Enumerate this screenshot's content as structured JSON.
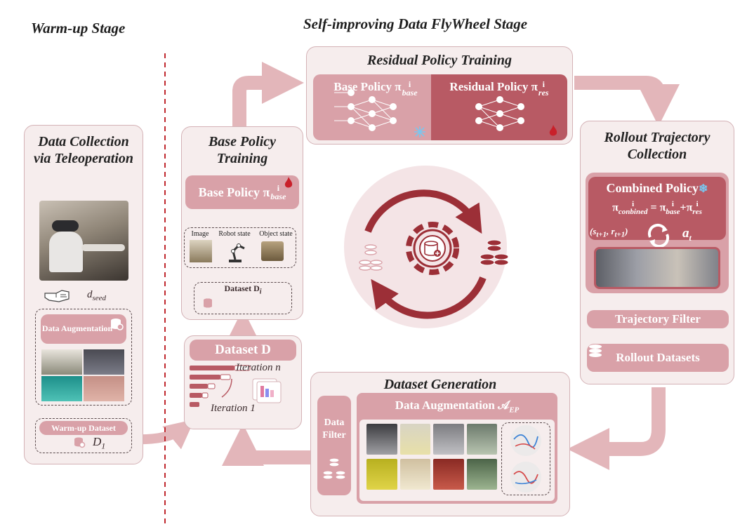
{
  "stages": {
    "warmup": "Warm-up Stage",
    "flywheel": "Self-improving Data FlyWheel Stage"
  },
  "teleop": {
    "title": "Data Collection via Teleoperation",
    "seed_label": "d",
    "seed_sub": "seed",
    "augmentation": "Data Augmentation",
    "warmup_dataset": "Warm-up Dataset",
    "d1": "D",
    "d1_sub": "1"
  },
  "base_training": {
    "title": "Base Policy Training",
    "policy_label": "Base Policy π",
    "policy_sup": "i",
    "policy_sub": "base",
    "inputs": [
      "Image",
      "Robot state",
      "Object state"
    ],
    "dataset_label": "Dataset D",
    "dataset_sub": "i"
  },
  "dataset_d": {
    "title": "Dataset D",
    "iter_n": "Iteration n",
    "iter_1": "Iteration 1"
  },
  "residual": {
    "title": "Residual Policy Training",
    "base_label": "Base Policy π",
    "base_sup": "i",
    "base_sub": "base",
    "res_label": "Residual Policy π",
    "res_sup": "i",
    "res_sub": "res"
  },
  "rollout": {
    "title": "Rollout Trajectory Collection",
    "combined": "Combined Policy",
    "eq_left": "π",
    "eq_left_sup": "i",
    "eq_left_sub": "conbined",
    "eq_mid": " = π",
    "eq_mid_sup": "i",
    "eq_mid_sub": "base",
    "eq_plus": "+π",
    "eq_plus_sup": "i",
    "eq_plus_sub": "res",
    "state": "(s",
    "state_sub1": "t+1",
    "state_mid": ", r",
    "state_sub2": "t+1",
    "state_end": ")",
    "action": "a",
    "action_sub": "t",
    "filter": "Trajectory Filter",
    "datasets": "Rollout Datasets"
  },
  "generation": {
    "title": "Dataset Generation",
    "filter": "Data Filter",
    "aug": "Data Augmentation 𝒜",
    "aug_sub": "EP"
  },
  "colors": {
    "arrow": "#e3b6ba",
    "dark_red": "#9c2f37",
    "pill": "#d9a1a8",
    "pill_dark": "#b85a64",
    "panel": "#f6eded",
    "divider": "#c0282e"
  },
  "icons": [
    "vr-headset-person-photo",
    "hand-icon",
    "database-icon",
    "fire-icon",
    "snowflake-icon",
    "gear-database-icon",
    "neural-network-icon",
    "robot-arm-icon",
    "refresh-icon"
  ]
}
